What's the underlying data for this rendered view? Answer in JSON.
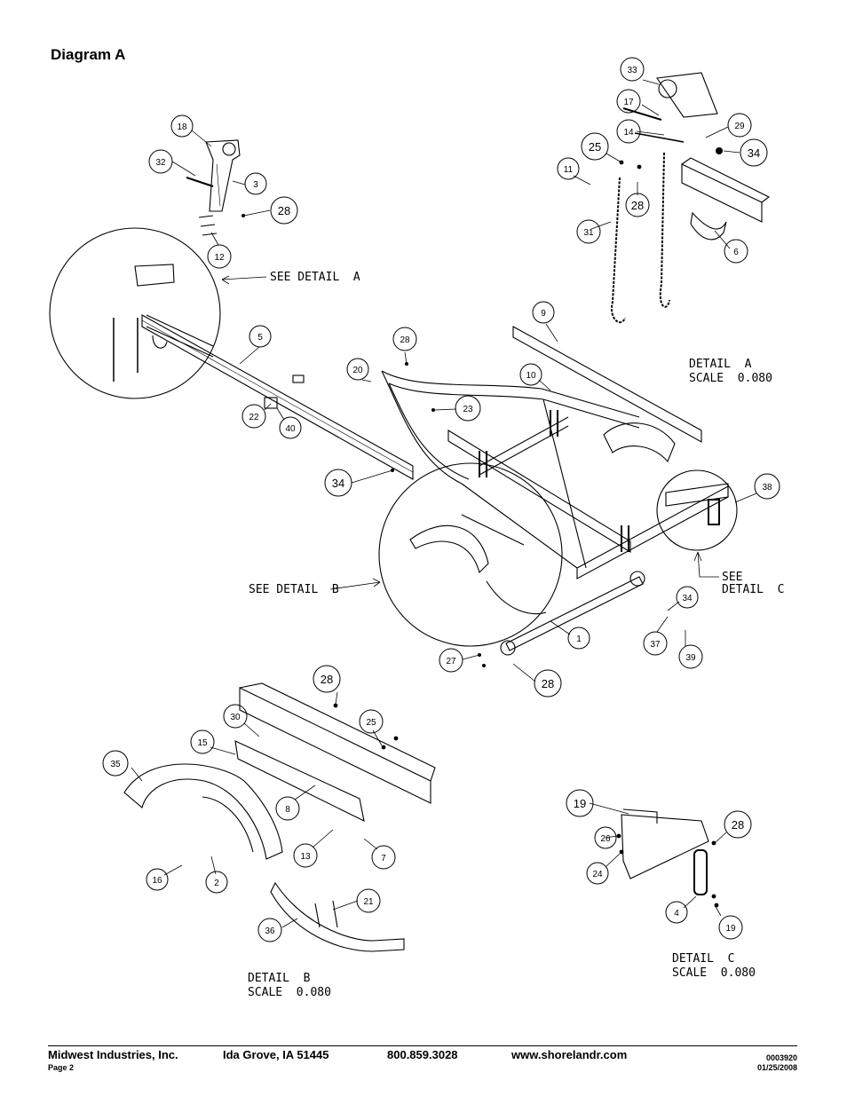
{
  "title": "Diagram A",
  "details": {
    "a_caption": [
      "DETAIL  A",
      "SCALE  0.080"
    ],
    "b_caption": [
      "DETAIL  B",
      "SCALE  0.080"
    ],
    "c_caption": [
      "DETAIL  C",
      "SCALE  0.080"
    ],
    "see_a": "SEE DETAIL  A",
    "see_b": "SEE DETAIL  B",
    "see_c": [
      "SEE",
      "DETAIL  C"
    ]
  },
  "callouts": {
    "main": [
      "18",
      "32",
      "3",
      "28",
      "12",
      "5",
      "22",
      "40",
      "34",
      "20",
      "28",
      "23",
      "10",
      "9",
      "38",
      "34",
      "37",
      "39",
      "1",
      "27",
      "28"
    ],
    "detail_a": [
      "33",
      "17",
      "14",
      "29",
      "25",
      "11",
      "28",
      "34",
      "6",
      "31"
    ],
    "detail_b": [
      "28",
      "30",
      "25",
      "15",
      "35",
      "8",
      "13",
      "7",
      "16",
      "2",
      "21",
      "36"
    ],
    "detail_c": [
      "19",
      "26",
      "24",
      "28",
      "4",
      "19"
    ]
  },
  "footer": {
    "company": "Midwest Industries, Inc.",
    "city": "Ida Grove, IA  51445",
    "phone": "800.859.3028",
    "web": "www.shorelandr.com",
    "page": "Page 2",
    "doc_no": "0003920",
    "date": "01/25/2008"
  }
}
